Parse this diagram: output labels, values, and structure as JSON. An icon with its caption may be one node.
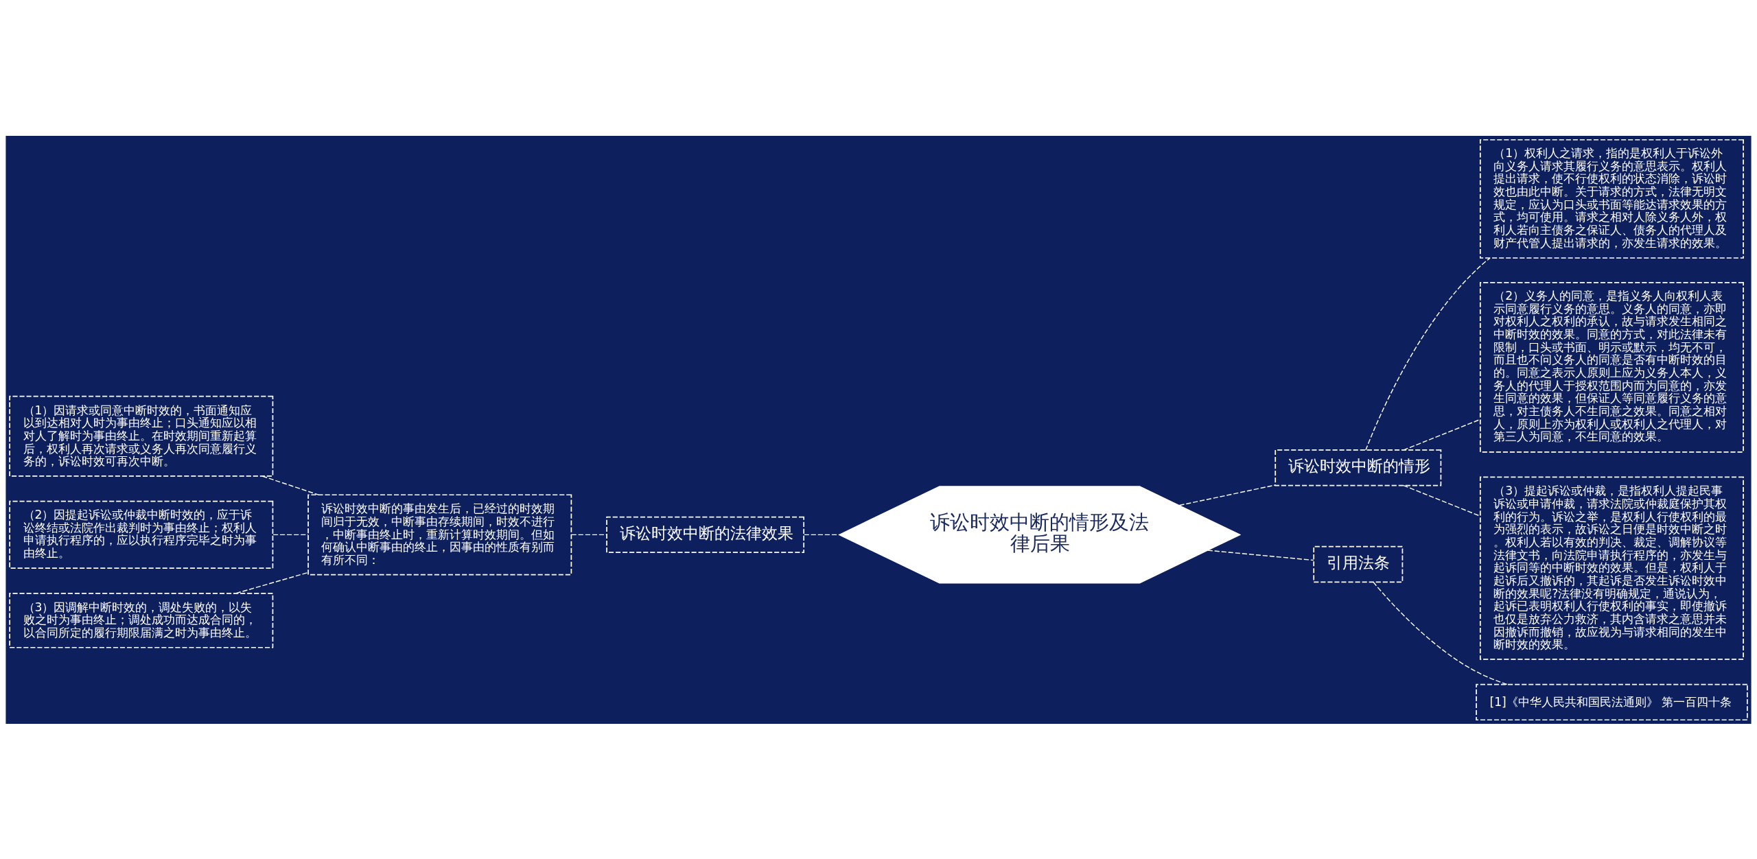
{
  "diagram": {
    "nodes": [
      {
        "text": [
          "诉讼时效中断的情形及法律后果"
        ]
      },
      {
        "text": [
          "诉讼时效中断的情形"
        ]
      },
      {
        "text": [
          "（1）权利人之请求，指的是权利人于诉讼外向义务人请求其履行义务的意思表示。权利人提出请求，使不行使权利的状态消除，诉讼时效也由此中断。关于请求的方式，法律无明文规定，应认为口头或书面等能达请求效果的方式，均可使用。请求之相对人除义务人外，权利人若向主债务之保证人、债务人的代理人及财产代管人提出请求的，亦发生请求的效果。"
        ]
      },
      {
        "text": [
          "（2）义务人的同意，是指义务人向权利人表示同意履行义务的意思。义务人的同意，亦即对权利人之权利的承认，故与请求发生相同之中断时效的效果。同意的方式，对此法律未有限制，口头或书面、明示或默示，均无不可，而且也不问义务人的同意是否有中断时效的目的。同意之表示人原则上应为义务人本人，义务人的代理人于授权范围内而为同意的，亦发生同意的效果，但保证人等同意履行义务的意思，对主债务人不生同意之效果。同意之相对人，原则上亦为权利人或权利人之代理人，对第三人为同意，不生同意的效果。"
        ]
      },
      {
        "text": [
          "（3）提起诉讼或仲裁，是指权利人提起民事诉讼或申请仲裁，请求法院或仲裁庭保护其权利的行为。诉讼之举，是权利人行使权利的最为强烈的表示，故诉讼之日便是时效中断之时。权利人若以有效的判决、裁定、调解协议等法律文书，向法院申请执行程序的，亦发生与起诉同等的中断时效的效果。但是，权利人于起诉后又撤诉的，其起诉是否发生诉讼时效中断的效果呢?法律没有明确规定，通说认为，起诉已表明权利人行使权利的事实，即使撤诉也仅是放弃公力救济，其内含请求之意思并未因撤诉而撤销，故应视为与请求相同的发生中断时效的效果。"
        ]
      },
      {
        "text": [
          "引用法条"
        ]
      },
      {
        "text": [
          "[1]《中华人民共和国民法通则》 第一百四十条"
        ]
      },
      {
        "text": [
          "诉讼时效中断的法律效果"
        ]
      },
      {
        "text": [
          "诉讼时效中断的事由发生后，已经过的时效期间归于无效，中断事由存续期间，时效不进行，中断事由终止时，重新计算时效期间。但如何确认中断事由的终止，因事由的性质有别而有所不同："
        ]
      },
      {
        "text": [
          "（1）因请求或同意中断时效的，书面通知应以到达相对人时为事由终止；口头通知应以相对人了解时为事由终止。在时效期间重新起算后，权利人再次请求或义务人再次同意履行义务的，诉讼时效可再次中断。"
        ]
      },
      {
        "text": [
          "（2）因提起诉讼或仲裁中断时效的，应于诉讼终结或法院作出裁判时为事由终止；权利人申请执行程序的，应以执行程序完毕之时为事由终止。"
        ]
      },
      {
        "text": [
          "（3）因调解中断时效的，调处失败的，以失败之时为事由终止；调处成功而达成合同的，以合同所定的履行期限届满之时为事由终止。"
        ]
      }
    ],
    "edges": [
      {
        "from": 0,
        "to": 1,
        "arrow": "none",
        "style": "dashed"
      },
      {
        "from": 1,
        "to": 2,
        "arrow": "none",
        "style": "dashed"
      },
      {
        "from": 1,
        "to": 3,
        "arrow": "none",
        "style": "dashed"
      },
      {
        "from": 1,
        "to": 4,
        "arrow": "none",
        "style": "dashed"
      },
      {
        "from": 0,
        "to": 5,
        "arrow": "none",
        "style": "dashed"
      },
      {
        "from": 5,
        "to": 6,
        "arrow": "none",
        "style": "dashed"
      },
      {
        "from": 0,
        "to": 7,
        "arrow": "none",
        "style": "dashed"
      },
      {
        "from": 7,
        "to": 8,
        "arrow": "none",
        "style": "dashed"
      },
      {
        "from": 8,
        "to": 9,
        "arrow": "none",
        "style": "dashed"
      },
      {
        "from": 8,
        "to": 10,
        "arrow": "none",
        "style": "dashed"
      },
      {
        "from": 8,
        "to": 11,
        "arrow": "none",
        "style": "dashed"
      }
    ]
  }
}
